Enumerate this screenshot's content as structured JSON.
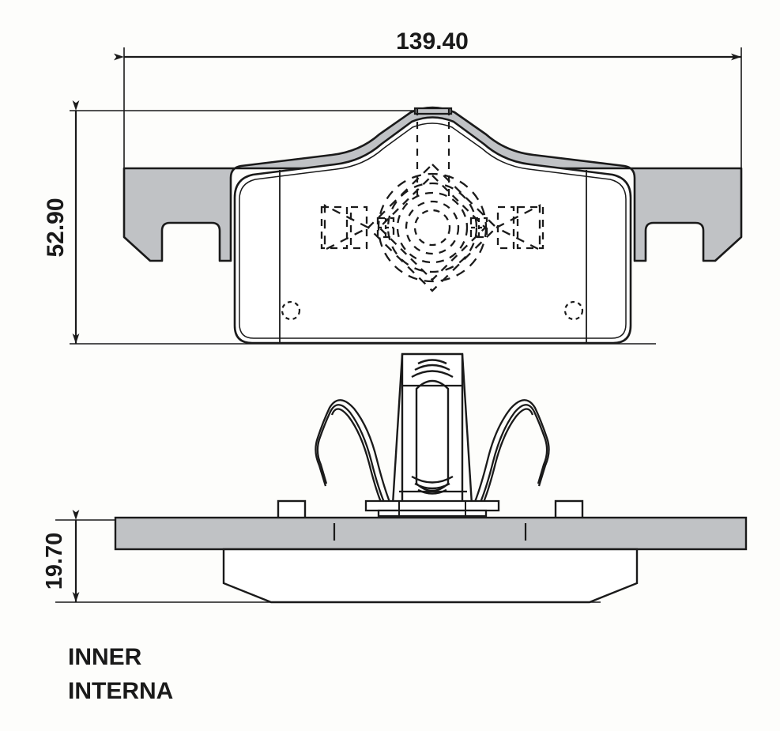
{
  "drawing": {
    "title": "Brake pad technical drawing",
    "background_color": "#fdfdfb",
    "line_color": "#1a1a1a",
    "plate_fill_color": "#c0c2c5",
    "friction_fill_color": "#ffffff",
    "dimensions": {
      "width": {
        "label": "139.40",
        "name": "overall-width",
        "orientation": "horizontal",
        "units": "mm"
      },
      "height": {
        "label": "52.90",
        "name": "overall-height",
        "orientation": "vertical",
        "units": "mm"
      },
      "thickness": {
        "label": "19.70",
        "name": "overall-thickness",
        "orientation": "vertical",
        "units": "mm"
      }
    },
    "notes": {
      "line1": "INNER",
      "line2": "INTERNA"
    },
    "views": {
      "front": "front-elevation-of-brake-pad",
      "clip": "anti-rattle-spring-clip",
      "side": "side-elevation-of-brake-pad"
    }
  },
  "chart_data": {
    "type": "table",
    "title": "Brake pad dimensions",
    "categories": [
      "Width",
      "Height",
      "Thickness"
    ],
    "values": [
      139.4,
      52.9,
      19.7
    ],
    "labels": [
      "139.40",
      "52.90",
      "19.70"
    ],
    "units": "mm"
  }
}
